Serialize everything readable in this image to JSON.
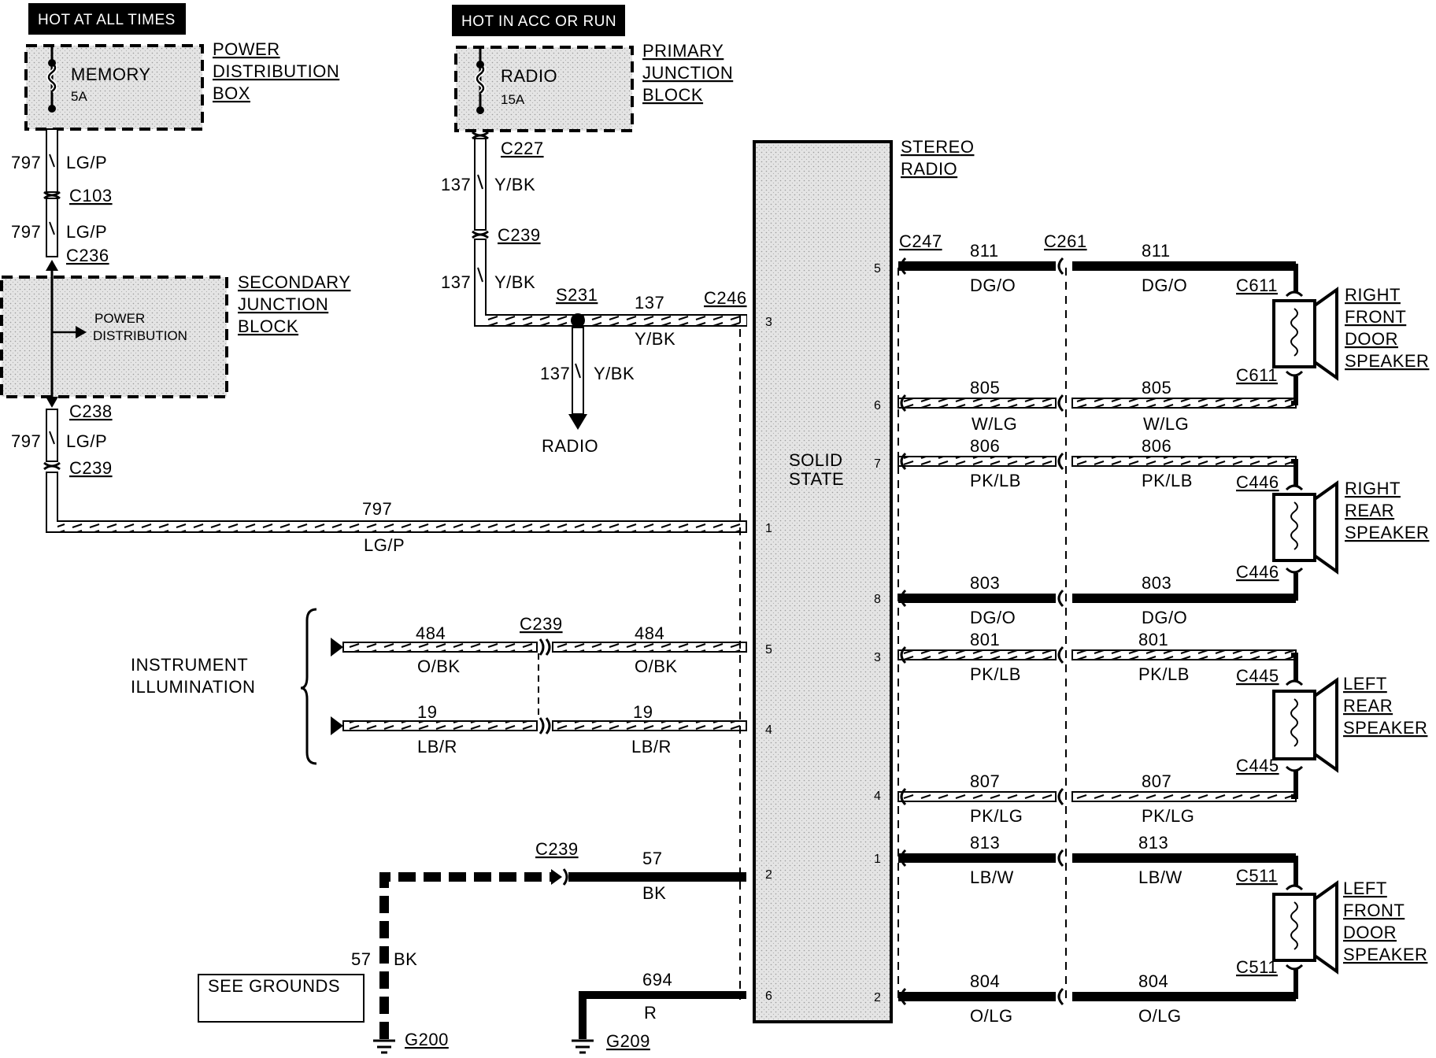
{
  "power_sources": {
    "hot_at_all_times": "HOT AT ALL TIMES",
    "hot_in_acc_or_run": "HOT IN ACC OR RUN"
  },
  "power_distribution_box": {
    "label_lines": [
      "POWER",
      "DISTRIBUTION",
      "BOX"
    ],
    "fuse_name": "MEMORY",
    "fuse_rating": "5A"
  },
  "primary_junction_block": {
    "label_lines": [
      "PRIMARY",
      "JUNCTION",
      "BLOCK"
    ],
    "fuse_name": "RADIO",
    "fuse_rating": "15A"
  },
  "secondary_junction_block": {
    "label_lines": [
      "SECONDARY",
      "JUNCTION",
      "BLOCK"
    ],
    "inner_lines": [
      "POWER",
      "DISTRIBUTION"
    ]
  },
  "stereo_radio": {
    "label_lines": [
      "STEREO",
      "RADIO"
    ],
    "inner_lines": [
      "SOLID",
      "STATE"
    ]
  },
  "connectors": {
    "c103": "C103",
    "c236": "C236",
    "c238": "C238",
    "c239": "C239",
    "c227": "C227",
    "c246": "C246",
    "c247": "C247",
    "c261": "C261",
    "c611": "C611",
    "c446": "C446",
    "c445": "C445",
    "c511": "C511",
    "s231": "S231"
  },
  "circuits": {
    "c797": {
      "num": "797",
      "color": "LG/P"
    },
    "c137": {
      "num": "137",
      "color": "Y/BK"
    },
    "c484": {
      "num": "484",
      "color": "O/BK"
    },
    "c19": {
      "num": "19",
      "color": "LB/R"
    },
    "c57": {
      "num": "57",
      "color": "BK"
    },
    "c694": {
      "num": "694",
      "color": "R"
    },
    "c811": {
      "num": "811",
      "color": "DG/O"
    },
    "c805": {
      "num": "805",
      "color": "W/LG"
    },
    "c806": {
      "num": "806",
      "color": "PK/LB"
    },
    "c803": {
      "num": "803",
      "color": "DG/O"
    },
    "c801": {
      "num": "801",
      "color": "PK/LB"
    },
    "c807": {
      "num": "807",
      "color": "PK/LG"
    },
    "c813": {
      "num": "813",
      "color": "LB/W"
    },
    "c804": {
      "num": "804",
      "color": "O/LG"
    }
  },
  "radio_pins_left": {
    "p3": "3",
    "p1": "1",
    "p5": "5",
    "p4": "4",
    "p2": "2",
    "p6": "6"
  },
  "radio_pins_right": {
    "p5": "5",
    "p6": "6",
    "p7": "7",
    "p8": "8",
    "p3": "3",
    "p4": "4",
    "p1": "1",
    "p2": "2"
  },
  "labels": {
    "radio_arrow": "RADIO",
    "instrument_illumination": [
      "INSTRUMENT",
      "ILLUMINATION"
    ],
    "see_grounds": "SEE GROUNDS",
    "g200": "G200",
    "g209": "G209"
  },
  "speakers": {
    "right_front": [
      "RIGHT",
      "FRONT",
      "DOOR",
      "SPEAKER"
    ],
    "right_rear": [
      "RIGHT",
      "REAR",
      "SPEAKER"
    ],
    "left_rear": [
      "LEFT",
      "REAR",
      "SPEAKER"
    ],
    "left_front": [
      "LEFT",
      "FRONT",
      "DOOR",
      "SPEAKER"
    ]
  }
}
